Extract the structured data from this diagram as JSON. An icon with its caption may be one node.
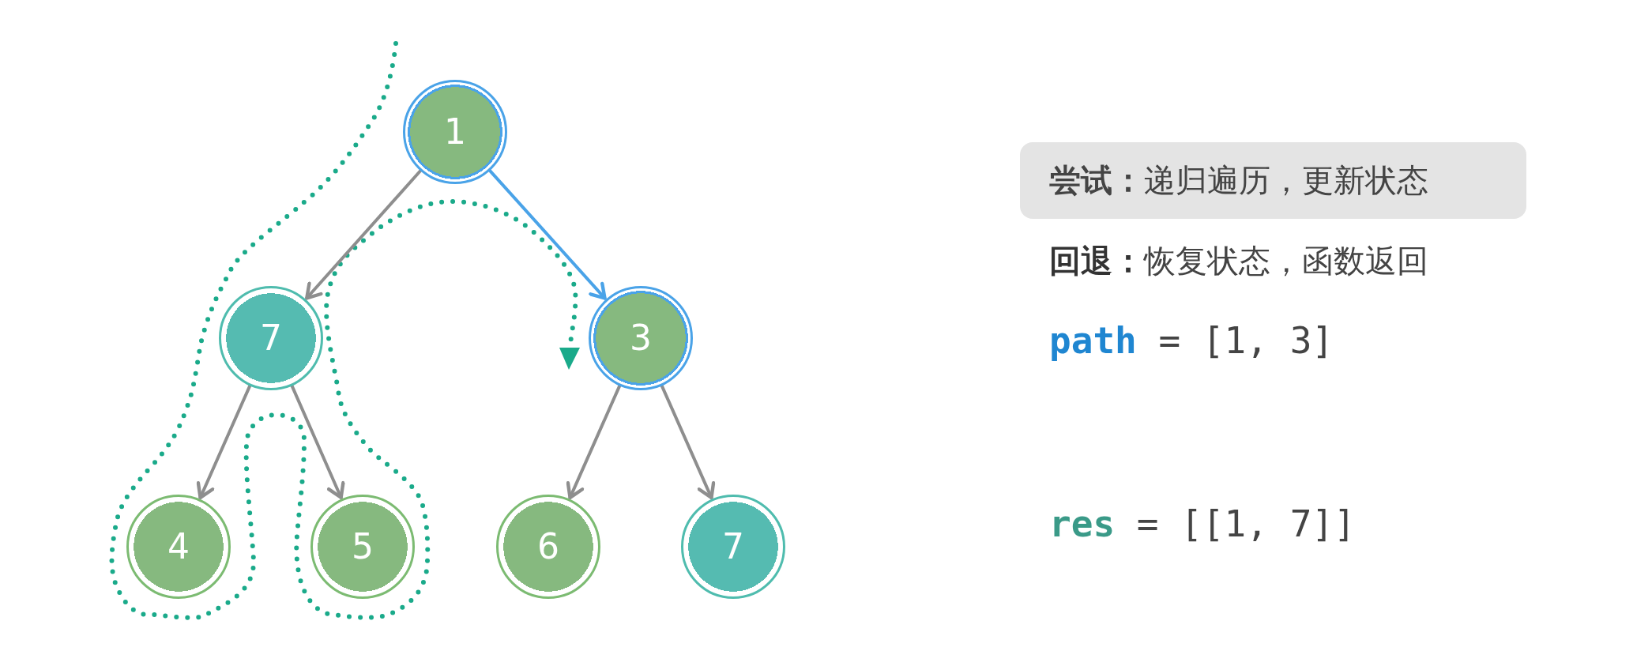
{
  "diagram": {
    "nodes": [
      {
        "text": [
          "1"
        ]
      },
      {
        "text": [
          "7"
        ]
      },
      {
        "text": [
          "3"
        ]
      },
      {
        "text": [
          "4"
        ]
      },
      {
        "text": [
          "5"
        ]
      },
      {
        "text": [
          "6"
        ]
      },
      {
        "text": [
          "7"
        ]
      },
      {
        "text": [
          "**尝试：**递归遍历，更新状态"
        ]
      }
    ],
    "edges": [
      {
        "from": 0,
        "to": 1,
        "arrow": "to"
      },
      {
        "from": 0,
        "to": 2,
        "arrow": "to",
        "color": "#4aa3e8"
      },
      {
        "from": 1,
        "to": 3,
        "arrow": "to"
      },
      {
        "from": 1,
        "to": 4,
        "arrow": "to"
      },
      {
        "from": 2,
        "to": 5,
        "arrow": "to"
      },
      {
        "from": 2,
        "to": 6,
        "arrow": "to"
      }
    ],
    "labels": [
      "**回退：**恢复状态，函数返回",
      "**path** = [1, 3]",
      "**res** = [[1, 7]]"
    ]
  }
}
